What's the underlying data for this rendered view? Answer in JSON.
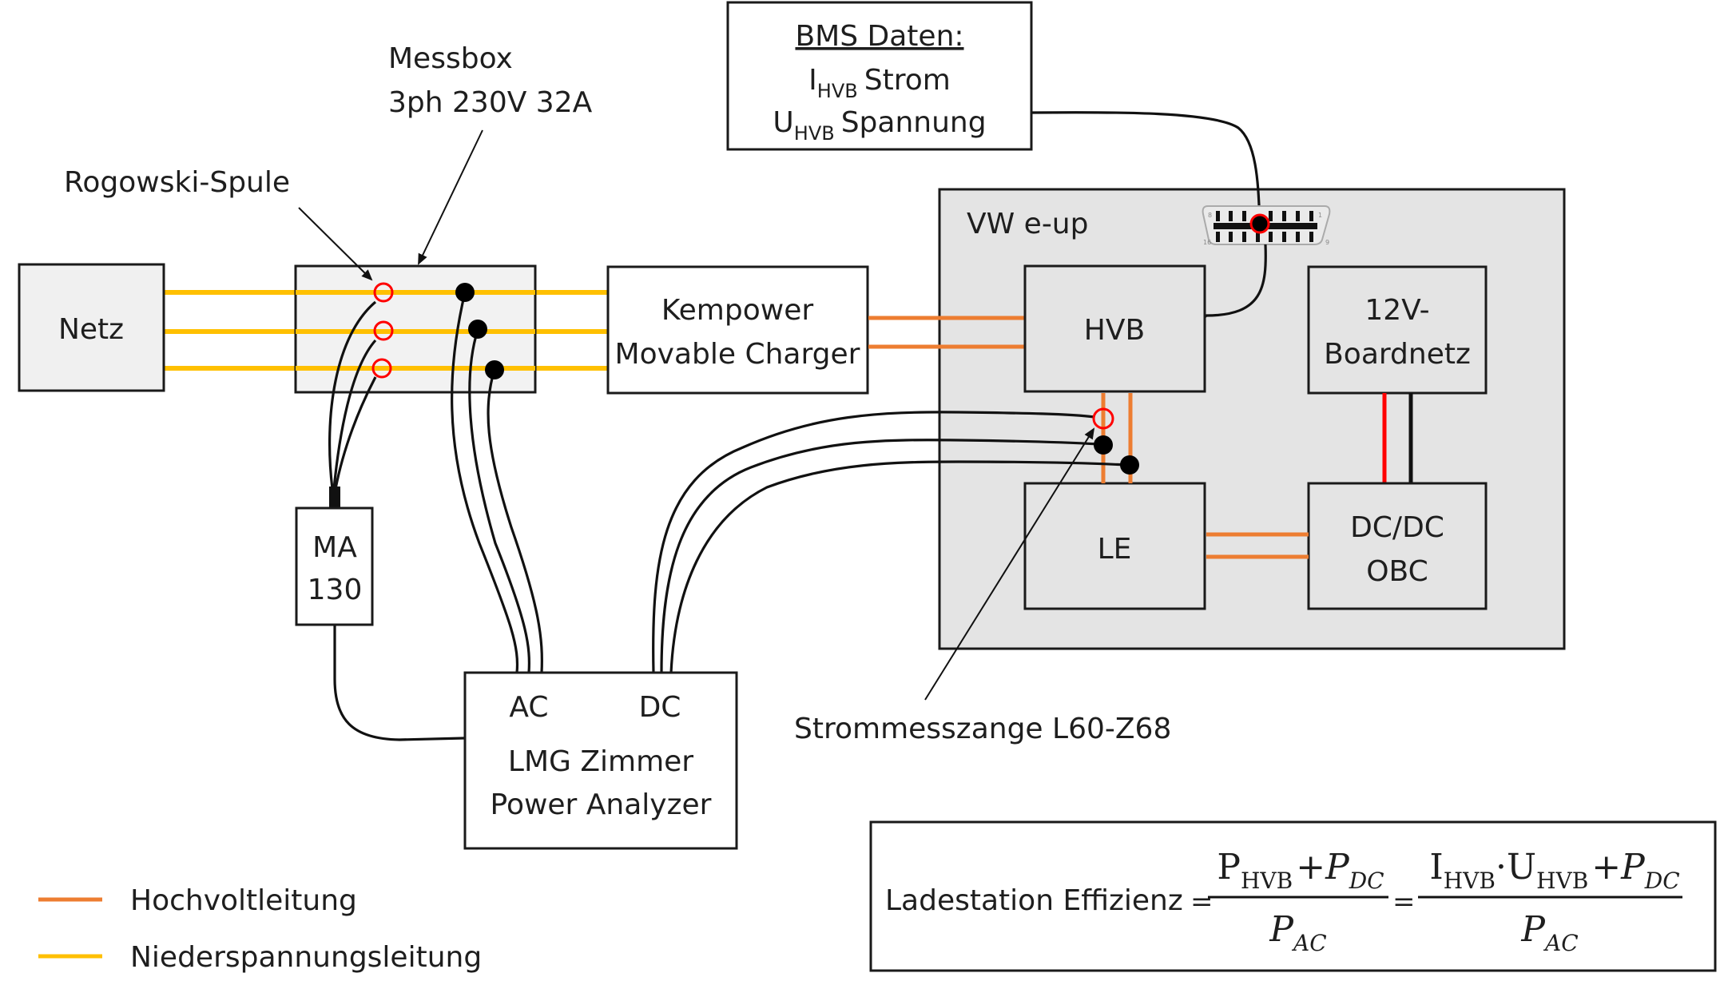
{
  "title": "Messaufbau Ladestation Effizienz",
  "colors": {
    "hochvolt": "#ed7d31",
    "niederspannung": "#ffc000",
    "rogowski_ring": "#ff0000",
    "box_fill_light": "#f0f0f0",
    "vehicle_fill": "#e4e4e4",
    "twelve_volt_plus": "#ff0000",
    "twelve_volt_minus": "#000000"
  },
  "nodes": {
    "netz": {
      "label": "Netz"
    },
    "messbox": {
      "label_line1": "Messbox",
      "label_line2": "3ph 230V 32A"
    },
    "rogowski": {
      "label": "Rogowski-Spule"
    },
    "kempower": {
      "label_line1": "Kempower",
      "label_line2": "Movable Charger"
    },
    "bms": {
      "heading": "BMS Daten:",
      "line1_symbol": "I",
      "line1_sub": "HVB",
      "line1_text": "Strom",
      "line2_symbol": "U",
      "line2_sub": "HVB",
      "line2_text": "Spannung"
    },
    "vehicle": {
      "label": "VW e-up"
    },
    "hvb": {
      "label": "HVB"
    },
    "boardnetz": {
      "label_line1": "12V-",
      "label_line2": "Boardnetz"
    },
    "le": {
      "label": "LE"
    },
    "dcdc": {
      "label_line1": "DC/DC",
      "label_line2": "OBC"
    },
    "ma130": {
      "label_line1": "MA",
      "label_line2": "130"
    },
    "lmg": {
      "port_ac": "AC",
      "port_dc": "DC",
      "label_line1": "LMG Zimmer",
      "label_line2": "Power Analyzer"
    },
    "strommesszange": {
      "label": "Strommesszange L60-Z68"
    },
    "obd_connector": {
      "pin_left_top": "8",
      "pin_right_top": "1",
      "pin_left_bottom": "16",
      "pin_right_bottom": "9"
    }
  },
  "formula": {
    "lhs": "Ladestation Effizienz",
    "eq": "=",
    "frac1_num": {
      "p": "P",
      "p_sub": "HVB",
      "plus": "+",
      "pdc": "P",
      "pdc_sub": "DC"
    },
    "frac1_den": {
      "p": "P",
      "p_sub": "AC"
    },
    "frac2_num": {
      "i": "I",
      "i_sub": "HVB",
      "dot": "·",
      "u": "U",
      "u_sub": "HVB",
      "plus": "+",
      "pdc": "P",
      "pdc_sub": "DC"
    },
    "frac2_den": {
      "p": "P",
      "p_sub": "AC"
    }
  },
  "legend": [
    {
      "label": "Hochvoltleitung",
      "color": "#ed7d31"
    },
    {
      "label": "Niederspannungsleitung",
      "color": "#ffc000"
    }
  ]
}
